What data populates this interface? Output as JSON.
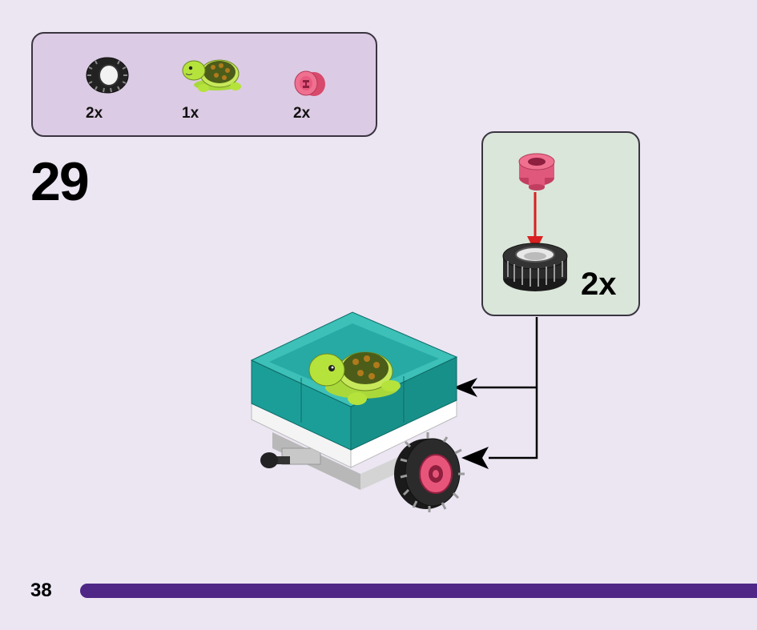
{
  "parts": [
    {
      "name": "tire",
      "qty": "2x"
    },
    {
      "name": "turtle",
      "qty": "1x"
    },
    {
      "name": "wheel-hub",
      "qty": "2x"
    }
  ],
  "step": {
    "number": "29"
  },
  "subassembly": {
    "qty": "2x"
  },
  "page": {
    "number": "38"
  },
  "colors": {
    "background": "#ece6f3",
    "parts_box": "#dccbe4",
    "subassembly_box": "#d9e6d9",
    "teal": "#1fa6a0",
    "turtle_green": "#b5e33c",
    "pink": "#e8557a",
    "page_bar": "#4e2787",
    "arrow_red": "#d92020"
  }
}
